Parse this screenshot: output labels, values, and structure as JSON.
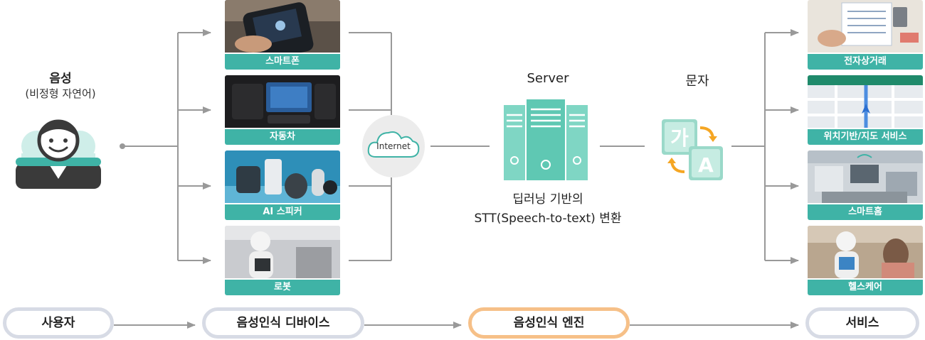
{
  "user": {
    "title": "음성",
    "subtitle": "(비정형 자연어)",
    "icon": "user-avatar-icon"
  },
  "devices": [
    {
      "label": "스마트폰",
      "icon": "smartphone-photo"
    },
    {
      "label": "자동차",
      "icon": "car-dashboard-photo"
    },
    {
      "label": "AI 스피커",
      "icon": "ai-speaker-photo"
    },
    {
      "label": "로봇",
      "icon": "robot-photo"
    }
  ],
  "internet": {
    "label": "Internet",
    "icon": "cloud-icon"
  },
  "server": {
    "title": "Server",
    "desc_line1": "딥러닝 기반의",
    "desc_line2": "STT(Speech-to-text) 변환",
    "icon": "server-rack-icon"
  },
  "text": {
    "title": "문자",
    "icon": "translate-icon"
  },
  "services": [
    {
      "label": "전자상거래",
      "icon": "ecommerce-photo"
    },
    {
      "label": "위치기반/지도 서비스",
      "icon": "map-photo"
    },
    {
      "label": "스마트홈",
      "icon": "smart-home-photo"
    },
    {
      "label": "헬스케어",
      "icon": "healthcare-photo"
    }
  ],
  "stages": [
    {
      "label": "사용자"
    },
    {
      "label": "음성인식 디바이스"
    },
    {
      "label": "음성인식 엔진"
    },
    {
      "label": "서비스"
    }
  ],
  "colors": {
    "accent": "#3fb3a6",
    "server": "#6fcfbd",
    "line": "#999999",
    "stage_border": "#d7dbe5",
    "engine_border": "#f6c088"
  }
}
